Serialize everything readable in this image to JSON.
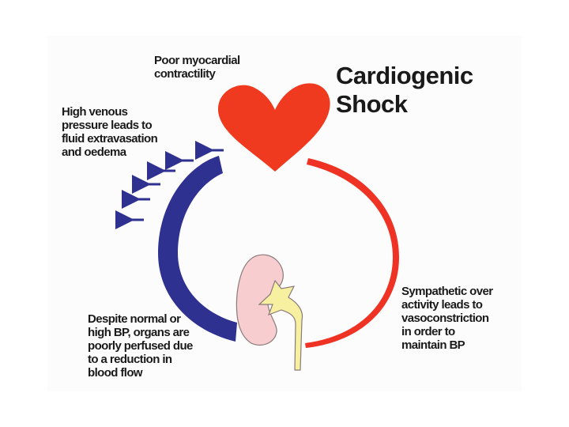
{
  "title": "Cardiogenic\nShock",
  "labels": {
    "contractility": "Poor myocardial\ncontractility",
    "venous": "High venous\npressure leads to\nfluid extravasation\nand oedema",
    "sympathetic": "Sympathetic over\nactivity leads to\nvasoconstriction\nin order to\nmaintain BP",
    "perfusion": "Despite normal or\nhigh BP, organs are\npoorly perfused due\nto a reduction in\nblood flow"
  },
  "colors": {
    "heart": "#ef3a1f",
    "arterial_arc": "#ee3325",
    "venous_arc": "#2e3190",
    "kidney": "#f7cdd0",
    "kidney_outline": "#8a7a7a",
    "ureter": "#f6f0a0",
    "text": "#1a1a1a"
  },
  "icons": {
    "heart": "heart-icon",
    "kidney": "kidney-icon",
    "arrows": "left-arrow-icon"
  }
}
